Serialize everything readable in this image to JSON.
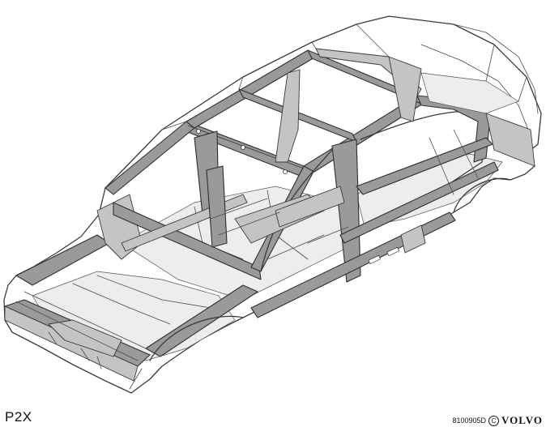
{
  "figure": {
    "model_label": "P2X",
    "reference_code": "8100905D",
    "copyright_symbol": "C",
    "brand": "VOLVO",
    "icons": [
      "copyright-icon"
    ],
    "colors": {
      "line": "#3a3a3a",
      "structural_member": "#9a9a9a",
      "background": "#ffffff"
    }
  }
}
